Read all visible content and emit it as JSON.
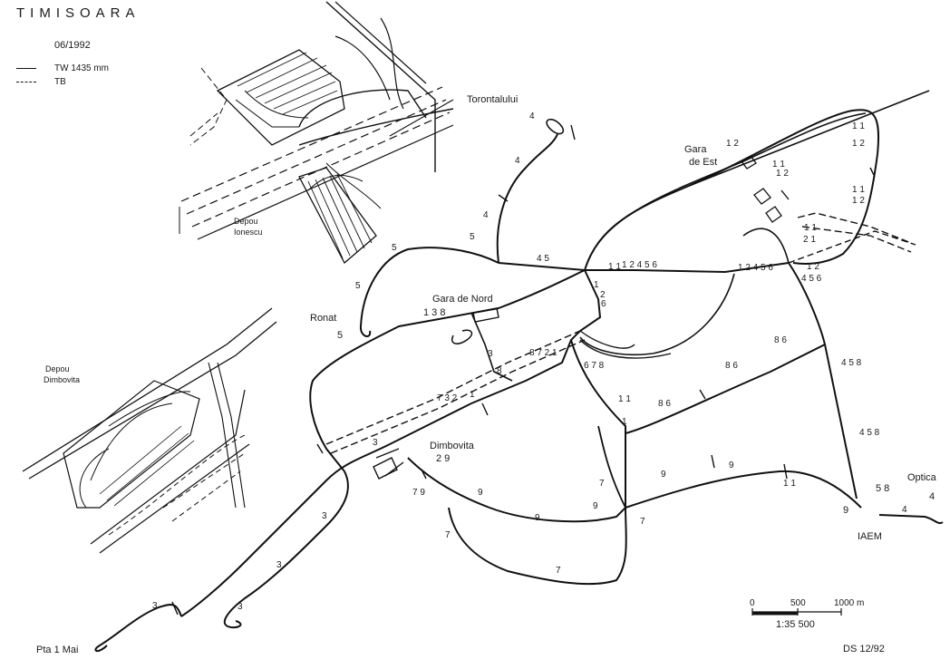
{
  "header": {
    "city": "TIMISOARA",
    "date": "06/1992"
  },
  "legend": {
    "tram": "TW 1435 mm",
    "trolleybus": "TB"
  },
  "depots": {
    "ionescu": [
      "Depou",
      "Ionescu"
    ],
    "dimbovita": [
      "Depou",
      "Dimbovita"
    ]
  },
  "stations": {
    "torontalului": {
      "name": "Torontalului",
      "lines": "4"
    },
    "gara_de_est": {
      "name": [
        "Gara",
        "de Est"
      ],
      "lines": "1 2"
    },
    "gara_de_nord": {
      "name": "Gara de Nord",
      "lines": "1 3 8"
    },
    "ronat": {
      "name": "Ronat",
      "lines": "5"
    },
    "dimbovita": {
      "name": "Dimbovita",
      "lines": "2 9"
    },
    "optica": {
      "name": "Optica",
      "lines": "4"
    },
    "iaem": {
      "name": "IAEM",
      "lines": "5 8",
      "lines_left": "9"
    },
    "pta_1_mai": {
      "name": "Pta 1 Mai"
    }
  },
  "route_labels": [
    "5",
    "5",
    "5",
    "4",
    "4 5",
    "4",
    "4",
    "1 2 4 5 6",
    "1 1",
    "1 2 4 5 6",
    "1 2",
    "4 5 6",
    "1 1",
    "1 2",
    "1 1",
    "1 2",
    "1 1",
    "1 2",
    "1 1",
    "2 1",
    "1",
    "2",
    "6",
    "3",
    "8",
    "8 7 2 1",
    "7 3 2",
    "1",
    "6 7 8",
    "8 6",
    "8 6",
    "8 6",
    "4 5 8",
    "4 5 8",
    "1 1",
    "1",
    "3",
    "3",
    "3",
    "3",
    "3",
    "7 9",
    "9",
    "9",
    "9",
    "7",
    "7",
    "7",
    "7",
    "9",
    "9",
    "1 1",
    "4"
  ],
  "scale": {
    "ticks": [
      "0",
      "500",
      "1000 m"
    ],
    "ratio": "1:35 500"
  },
  "credit": "DS  12/92"
}
